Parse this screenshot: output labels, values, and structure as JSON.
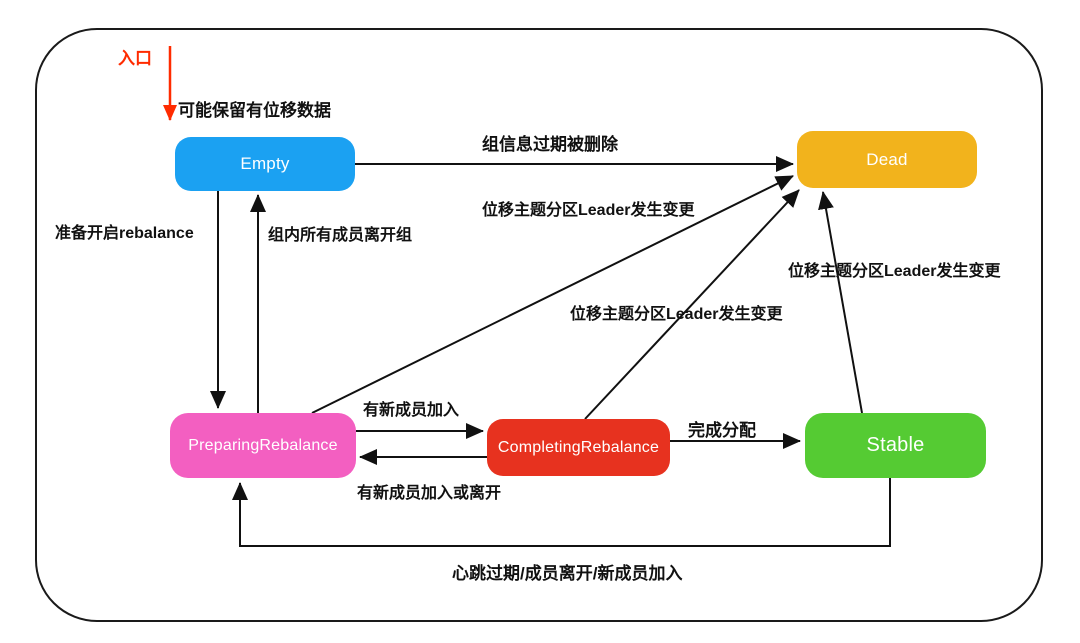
{
  "diagram": {
    "entry_label": "入口",
    "colors": {
      "line": "#111111",
      "entry_arrow": "#ff2b00",
      "border": "#1a1a1a"
    },
    "states": {
      "empty": {
        "label": "Empty",
        "color": "#1ba1f2"
      },
      "dead": {
        "label": "Dead",
        "color": "#f2b31c"
      },
      "preparing": {
        "label": "PreparingRebalance",
        "color": "#f35fc1"
      },
      "completing": {
        "label": "CompletingRebalance",
        "color": "#e7321f"
      },
      "stable": {
        "label": "Stable",
        "color": "#55cb33"
      }
    },
    "transitions": {
      "retain_note": "可能保留有位移数据",
      "empty_to_dead": "组信息过期被删除",
      "empty_to_preparing": "准备开启rebalance",
      "preparing_to_empty": "组内所有成员离开组",
      "preparing_to_dead": "位移主题分区Leader发生变更",
      "completing_to_dead": "位移主题分区Leader发生变更",
      "stable_to_dead": "位移主题分区Leader发生变更",
      "preparing_to_completing": "有新成员加入",
      "completing_to_preparing": "有新成员加入或离开",
      "completing_to_stable": "完成分配",
      "stable_to_preparing": "心跳过期/成员离开/新成员加入"
    }
  }
}
